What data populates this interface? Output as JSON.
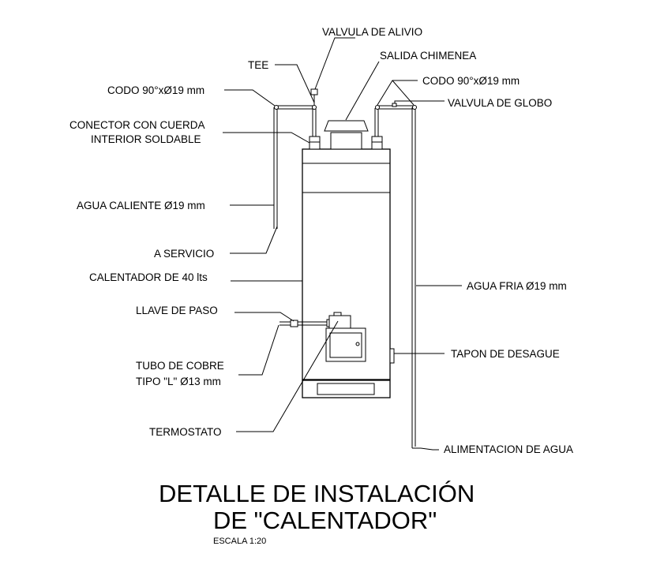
{
  "drawing": {
    "labels": {
      "valvula_alivio": "VALVULA DE ALIVIO",
      "tee": "TEE",
      "salida_chimenea": "SALIDA CHIMENEA",
      "codo_left": "CODO 90°xØ19 mm",
      "codo_right": "CODO 90°xØ19 mm",
      "valvula_globo": "VALVULA DE GLOBO",
      "conector_line1": "CONECTOR CON CUERDA",
      "conector_line2": "INTERIOR SOLDABLE",
      "agua_caliente": "AGUA CALIENTE Ø19 mm",
      "a_servicio": "A SERVICIO",
      "calentador": "CALENTADOR DE 40 lts",
      "agua_fria": "AGUA FRIA Ø19 mm",
      "llave_paso": "LLAVE DE PASO",
      "tapon_desague": "TAPON DE DESAGUE",
      "tubo_cobre_line1": "TUBO DE COBRE",
      "tubo_cobre_line2": "TIPO \"L\" Ø13 mm",
      "termostato": "TERMOSTATO",
      "alimentacion": "ALIMENTACION DE AGUA"
    },
    "title": {
      "line1": "DETALLE DE INSTALACIÓN",
      "line2": "DE \"CALENTADOR\"",
      "scale": "ESCALA 1:20"
    }
  }
}
